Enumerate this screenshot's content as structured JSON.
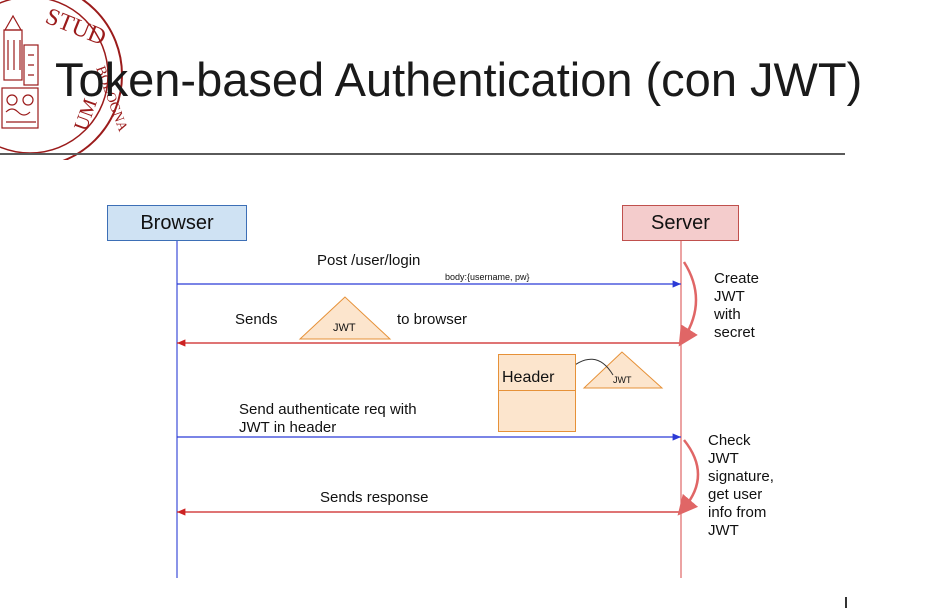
{
  "slide": {
    "title": "Token-based Authentication (con JWT)"
  },
  "logo": {
    "seal_text": "STUDIORUM BOLOGNA"
  },
  "diagram": {
    "actors": {
      "browser": "Browser",
      "server": "Server"
    },
    "messages": {
      "login": "Post /user/login",
      "login_body": "body:{username, pw}",
      "sends": "Sends",
      "to_browser": "to browser",
      "authenticate": "Send authenticate req with\nJWT in header",
      "response": "Sends response"
    },
    "tokens": {
      "jwt_large": "JWT",
      "jwt_small": "JWT",
      "header": "Header"
    },
    "notes": {
      "create": "Create\nJWT\nwith\nsecret",
      "check": "Check\nJWT\nsignature,\nget user\ninfo from\nJWT"
    },
    "colors": {
      "browser_line": "#3d4ed8",
      "server_line": "#e06666",
      "request_arrow": "#2b3ad6",
      "response_arrow": "#cc2222",
      "token_fill": "#fce5cd",
      "token_stroke": "#e69138",
      "seal": "#9b1b1b"
    }
  }
}
